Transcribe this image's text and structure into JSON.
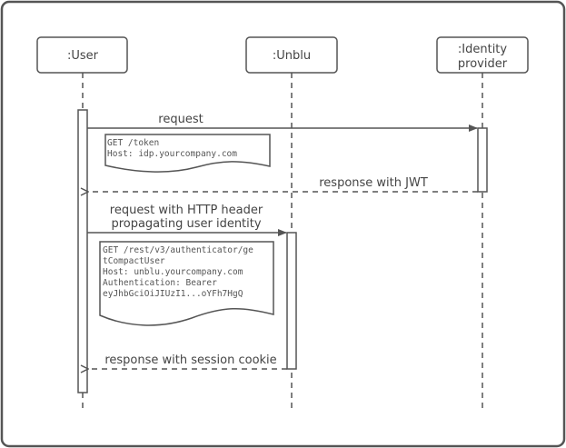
{
  "participants": {
    "user": ":User",
    "unblu": ":Unblu",
    "idp_line1": ":Identity",
    "idp_line2": "provider"
  },
  "messages": {
    "request": "request",
    "response_jwt": "response with JWT",
    "request_header_line1": "request with HTTP header",
    "request_header_line2": "propagating user identity",
    "response_cookie": "response with session cookie"
  },
  "notes": {
    "token_request": [
      "GET /token",
      "Host: idp.yourcompany.com"
    ],
    "compact_user_request": [
      "GET /rest/v3/authenticator/ge",
      "tCompactUser",
      "Host: unblu.yourcompany.com",
      "Authentication: Bearer",
      "eyJhbGciOiJIUzI1...oYFh7HgQ"
    ]
  },
  "colors": {
    "stroke": "#555555",
    "text": "#444444",
    "background": "#ffffff"
  }
}
